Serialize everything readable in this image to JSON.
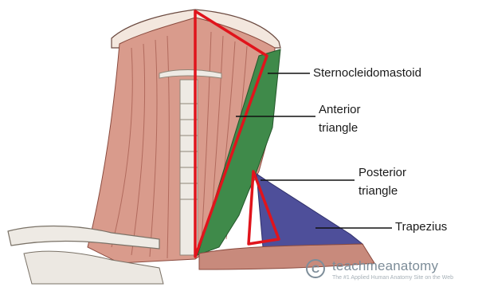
{
  "labels": {
    "sternocleidomastoid": "Sternocleidomastoid",
    "anterior_line1": "Anterior",
    "anterior_line2": "triangle",
    "posterior_line1": "Posterior",
    "posterior_line2": "triangle",
    "trapezius": "Trapezius"
  },
  "watermark": {
    "logo_glyph": "C",
    "name": "teachmeanatomy",
    "tagline": "The #1 Applied Human Anatomy Site on the Web"
  },
  "colors": {
    "muscle": "#d99b8c",
    "muscle_dark": "#a85f52",
    "sternocleidomastoid": "#3f8a4a",
    "trapezius": "#4e4f9a",
    "triangle_outline": "#e0141c",
    "leader_line": "#111111",
    "bone": "#eeeae4"
  }
}
